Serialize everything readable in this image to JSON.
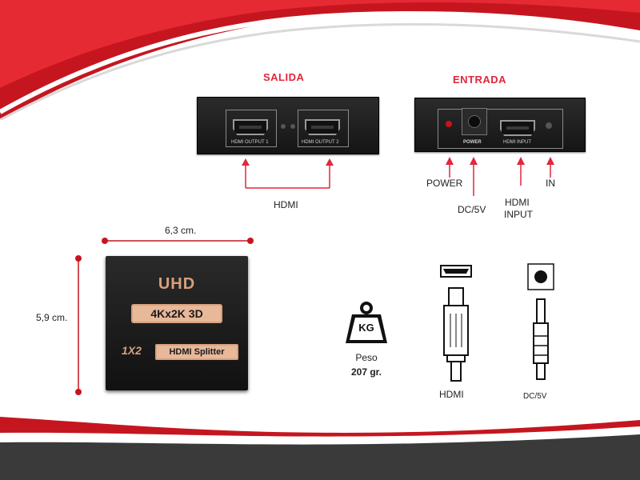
{
  "output_panel": {
    "heading": "SALIDA",
    "port1_label": "HDMI OUTPUT 1",
    "port2_label": "HDMI OUTPUT 2",
    "callout_label": "HDMI"
  },
  "input_panel": {
    "heading": "ENTRADA",
    "power_port_label": "POWER",
    "hdmi_port_label": "HDMI INPUT",
    "callouts": {
      "power": "POWER",
      "dc": "DC/5V",
      "hdmi_input_line1": "HDMI",
      "hdmi_input_line2": "INPUT",
      "in": "IN"
    }
  },
  "dimensions": {
    "width_label": "6,3 cm.",
    "height_label": "5,9 cm."
  },
  "product": {
    "line1": "UHD",
    "line2": "4Kx2K 3D",
    "line3_prefix": "1X2",
    "line3_text": "HDMI Splitter"
  },
  "weight": {
    "icon_text": "KG",
    "label": "Peso",
    "value": "207 gr."
  },
  "connectors": {
    "hdmi_label": "HDMI",
    "dc_label": "DC/5V"
  },
  "colors": {
    "accent_red": "#e2263c",
    "dark_red": "#b3141f",
    "footer_dark": "#3a3a3a",
    "copper": "#d7a07c"
  }
}
